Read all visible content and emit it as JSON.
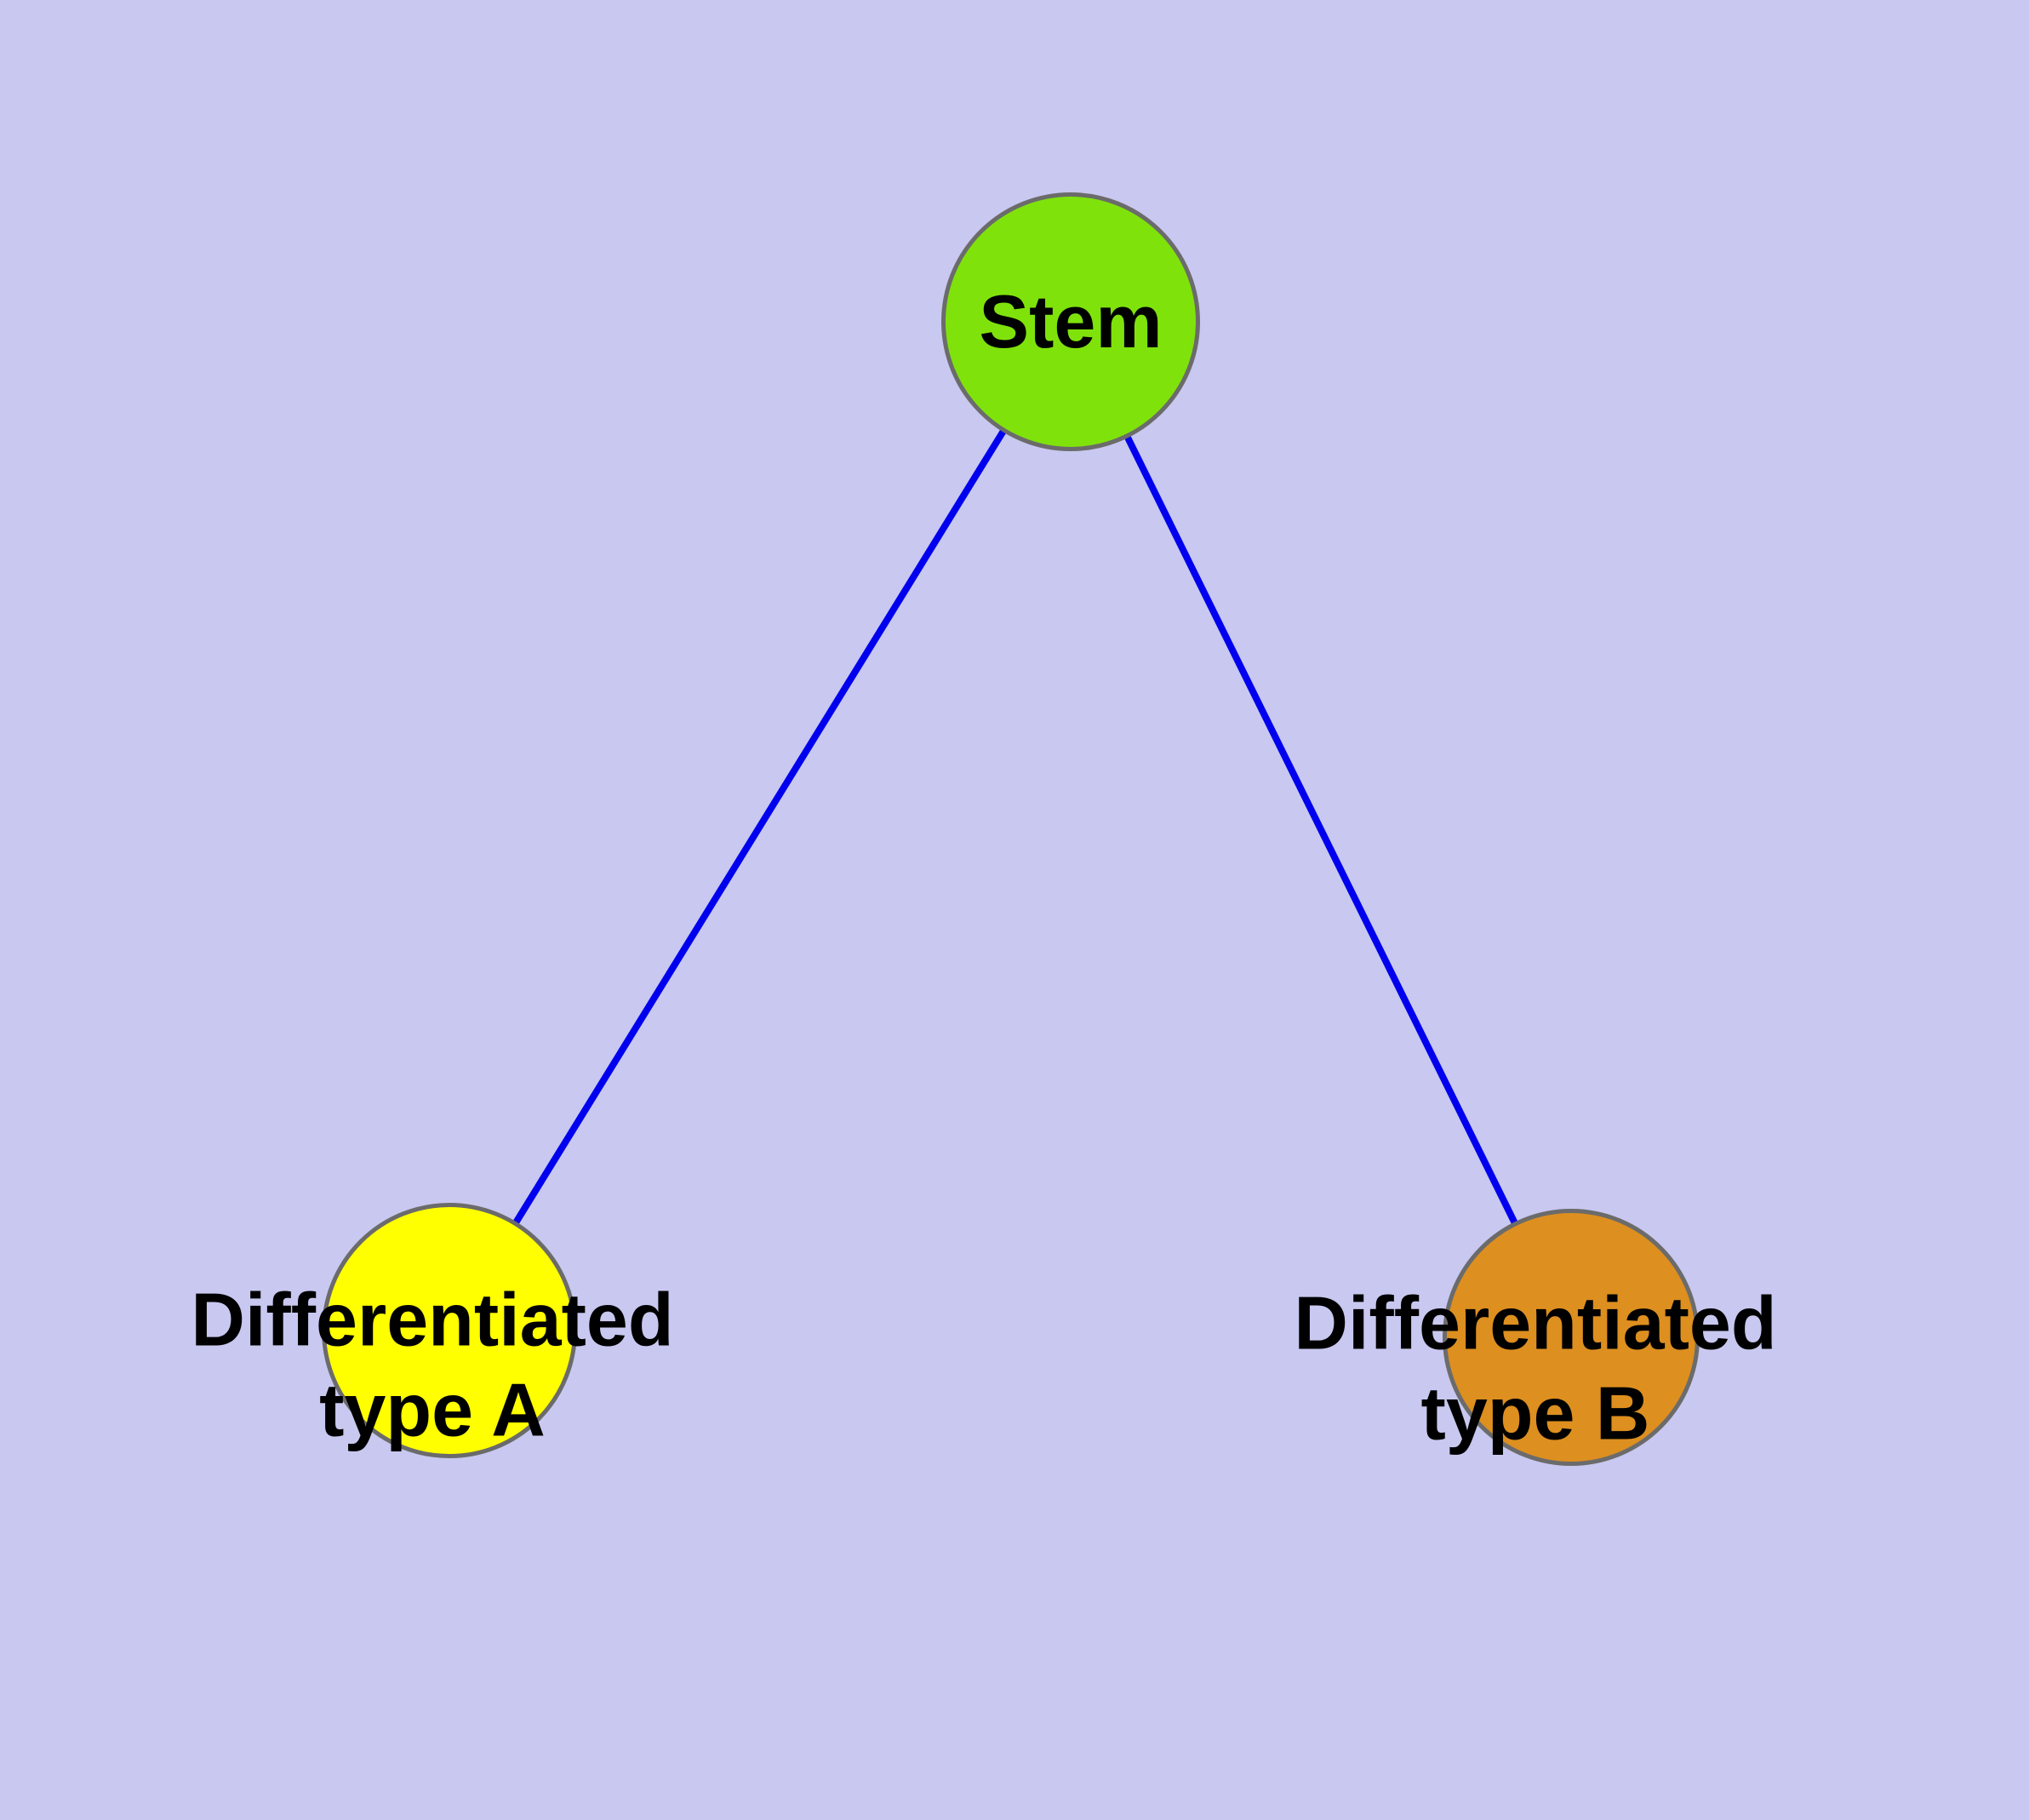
{
  "diagram": {
    "background_color": "#c8c8f0",
    "edge_color": "#0000ee",
    "node_border_color": "#6b6b6b",
    "nodes": {
      "stem": {
        "label": "Stem",
        "fill": "#7fe30b"
      },
      "type_a": {
        "label": "Differentiated\ntype A",
        "fill": "#ffff00"
      },
      "type_b": {
        "label": "Differentiated\ntype B",
        "fill": "#dd8f1f"
      }
    },
    "edges": [
      {
        "from": "stem",
        "to": "type_a"
      },
      {
        "from": "stem",
        "to": "type_b"
      }
    ]
  }
}
